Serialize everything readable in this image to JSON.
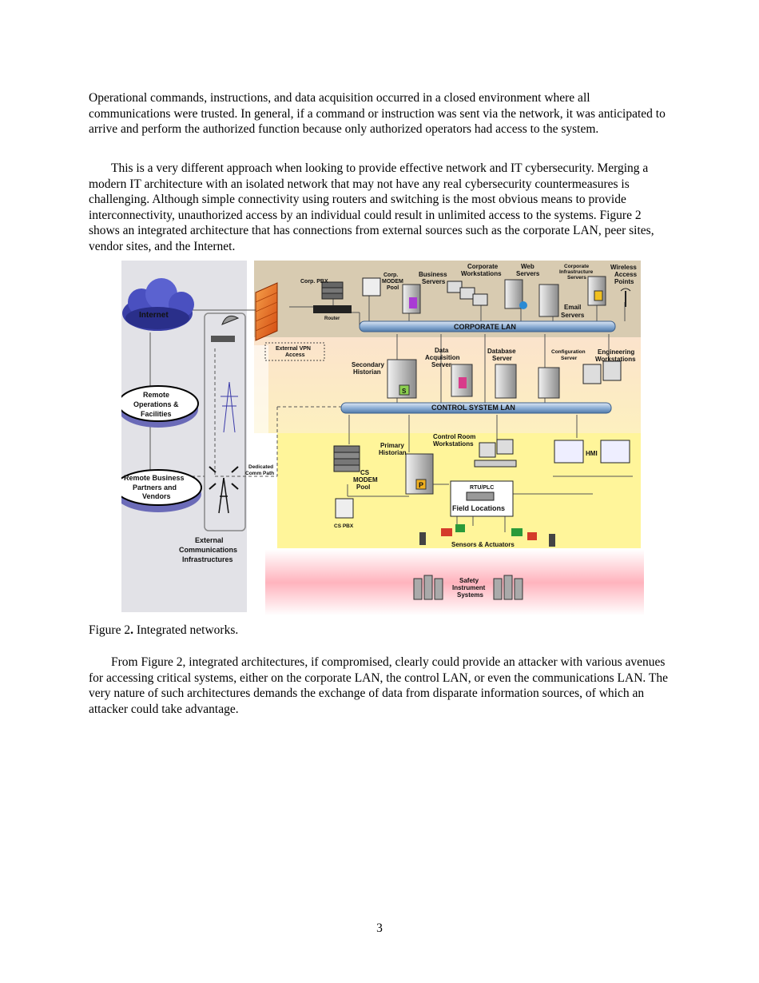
{
  "paragraphs": [
    "Operational commands, instructions, and data acquisition occurred in a closed environment where all communications were trusted. In general, if a command or instruction was sent via the network, it was anticipated to arrive and perform the authorized function because only authorized operators had access to the system.",
    "This is a very different approach when looking to provide effective network and IT cybersecurity. Merging a modern IT architecture with an isolated network that may not have any real cybersecurity countermeasures is challenging. Although simple connectivity using routers and switching is the most obvious means to provide interconnectivity, unauthorized access by an individual could result in unlimited access to the systems. Figure 2 shows an integrated architecture that has connections from external sources such as the corporate LAN, peer sites, vendor sites, and the Internet.",
    "From Figure 2, integrated architectures, if compromised, clearly could provide an attacker with various avenues for accessing critical systems, either on the corporate LAN, the control LAN, or even the communications LAN. The very nature of such architectures demands the exchange of data from disparate information sources, of which an attacker could take advantage."
  ],
  "figure": {
    "caption_number": "Figure 2",
    "caption_dot": ".",
    "caption_text": " Integrated networks.",
    "labels": {
      "internet": "Internet",
      "corp_pbx": "Corp. PBX",
      "corp_modem_1": "Corp.",
      "corp_modem_2": "MODEM",
      "corp_modem_3": "Pool",
      "business_1": "Business",
      "business_2": "Servers",
      "corp_ws_1": "Corporate",
      "corp_ws_2": "Workstations",
      "web_1": "Web",
      "web_2": "Servers",
      "corp_infra_1": "Corporate",
      "corp_infra_2": "Infrastructure",
      "corp_infra_3": "Servers",
      "wireless_1": "Wireless",
      "wireless_2": "Access",
      "wireless_3": "Points",
      "email_1": "Email",
      "email_2": "Servers",
      "router": "Router",
      "corporate_lan": "CORPORATE LAN",
      "ext_vpn_1": "External VPN",
      "ext_vpn_2": "Access",
      "secondary_1": "Secondary",
      "secondary_2": "Historian",
      "daq_1": "Data",
      "daq_2": "Acquisition",
      "daq_3": "Server",
      "db_1": "Database",
      "db_2": "Server",
      "config_1": "Configuration",
      "config_2": "Server",
      "eng_1": "Engineering",
      "eng_2": "Workstations",
      "remote_ops_1": "Remote",
      "remote_ops_2": "Operations &",
      "remote_ops_3": "Facilities",
      "control_lan": "CONTROL SYSTEM LAN",
      "primary_1": "Primary",
      "primary_2": "Historian",
      "control_room_1": "Control Room",
      "control_room_2": "Workstations",
      "hmi": "HMI",
      "dedicated_1": "Dedicated",
      "dedicated_2": "Comm Path",
      "remote_biz_1": "Remote Business",
      "remote_biz_2": "Partners and",
      "remote_biz_3": "Vendors",
      "cs_modem_1": "CS",
      "cs_modem_2": "MODEM",
      "cs_modem_3": "Pool",
      "rtu_plc": "RTU/PLC",
      "field_locations": "Field Locations",
      "cs_pbx": "CS PBX",
      "sensors": "Sensors & Actuators",
      "ext_comm_1": "External",
      "ext_comm_2": "Communications",
      "ext_comm_3": "Infrastructures",
      "sis_1": "Safety",
      "sis_2": "Instrument",
      "sis_3": "Systems",
      "historian_p": "P",
      "historian_s": "S"
    }
  },
  "page_number": "3"
}
